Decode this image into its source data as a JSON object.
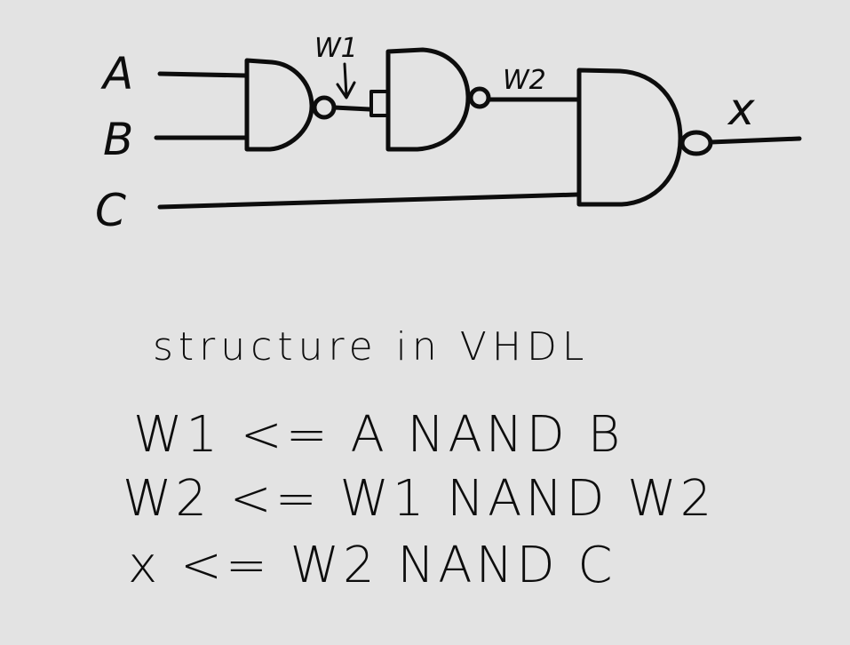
{
  "diagram": {
    "inputs": {
      "a": "A",
      "b": "B",
      "c": "C"
    },
    "wires": {
      "w1": "W1",
      "w2": "W2"
    },
    "output": "x"
  },
  "notes": {
    "title": "structure in VHDL",
    "lines": [
      "W1 <= A NAND B",
      "W2 <= W1 NAND W2",
      "x <= W2 NAND C"
    ]
  }
}
